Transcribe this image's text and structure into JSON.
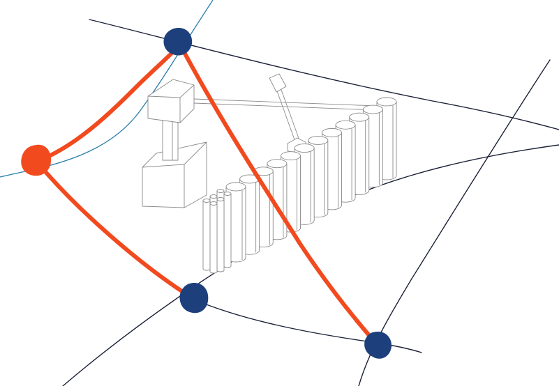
{
  "diagram": {
    "colors": {
      "background": "#ffffff",
      "roads": "#1c2238",
      "coastline": "#2a7ea8",
      "route": "#f24a1f",
      "transit_nodes": "#1d3f7c",
      "origin_node": "#f24a1f",
      "sketch": "#8a8a8a"
    },
    "nodes": [
      {
        "name": "origin-node",
        "role": "origin",
        "color_key": "origin_node"
      },
      {
        "name": "node-top",
        "role": "junction",
        "color_key": "transit_nodes"
      },
      {
        "name": "node-bottom-left",
        "role": "junction",
        "color_key": "transit_nodes"
      },
      {
        "name": "node-bottom-right",
        "role": "junction",
        "color_key": "transit_nodes"
      }
    ],
    "edges": [
      {
        "name": "edge-origin-top",
        "from": "origin-node",
        "to": "node-top"
      },
      {
        "name": "edge-origin-bottom-left",
        "from": "origin-node",
        "to": "node-bottom-left"
      },
      {
        "name": "edge-top-bottom-right",
        "from": "node-top",
        "to": "node-bottom-right"
      }
    ],
    "facility": {
      "tank_count": 12,
      "small_pipe_count": 6,
      "has_tower": true,
      "has_crane": true
    }
  }
}
